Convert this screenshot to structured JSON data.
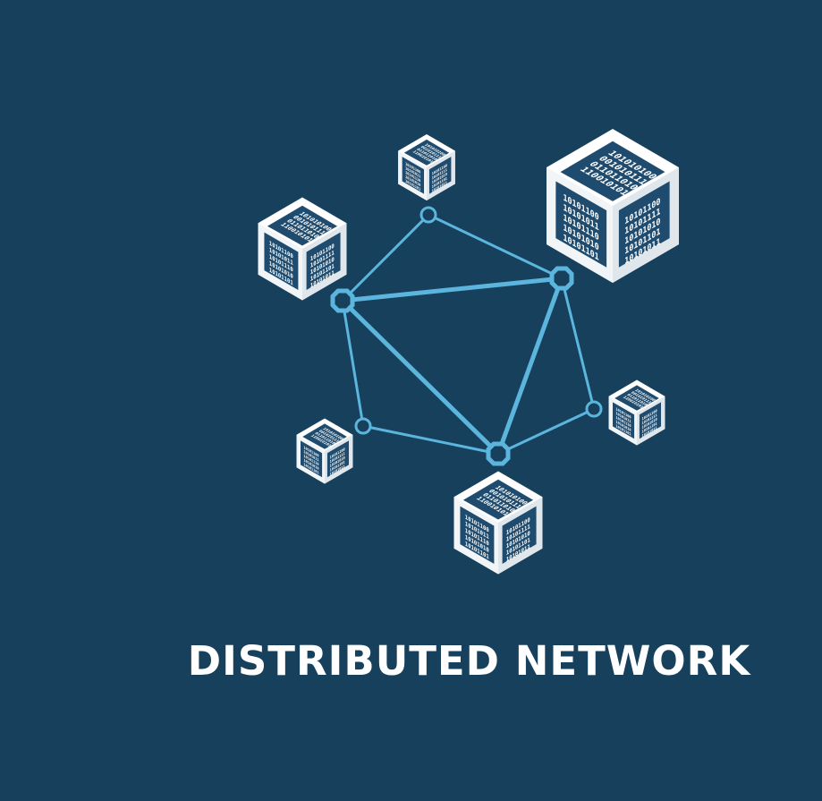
{
  "title": "DISTRIBUTED NETWORK",
  "colors": {
    "background": "#17405c",
    "link": "#5bb5dd",
    "cube_face_dark": "#1f4c6e",
    "cube_frame_light": "#ffffff",
    "cube_frame_shadow": "#c9d3db"
  },
  "cube_binary": {
    "top_lines": [
      "101010100",
      "001010111",
      "011011010",
      "110010101"
    ],
    "left_lines": [
      "10101100",
      "10101011",
      "10101110",
      "10101010",
      "10101101"
    ],
    "right_lines": [
      "10101100",
      "10101111",
      "10101010",
      "10101101",
      "10101011"
    ]
  }
}
